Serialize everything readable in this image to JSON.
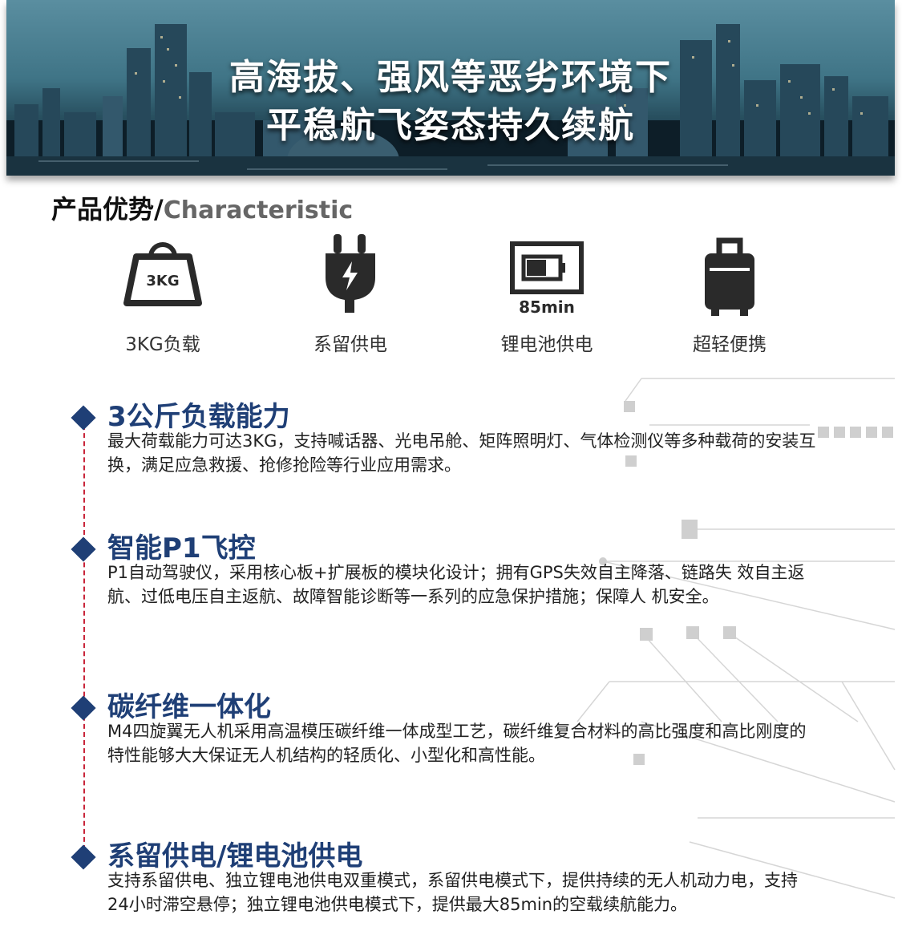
{
  "banner": {
    "line1": "高海拔、强风等恶劣环境下",
    "line2": "平稳航飞姿态持久续航"
  },
  "section": {
    "title_cn": "产品优势/",
    "title_en": "Characteristic"
  },
  "features": [
    {
      "icon": "weight-icon",
      "icon_text": "3KG",
      "label": "3KG负载"
    },
    {
      "icon": "plug-icon",
      "label": "系留供电"
    },
    {
      "icon": "battery-icon",
      "icon_text": "85min",
      "label": "锂电池供电"
    },
    {
      "icon": "luggage-icon",
      "label": "超轻便携"
    }
  ],
  "advantages": [
    {
      "title": "3公斤负载能力",
      "text": "最大荷载能力可达3KG，支持喊话器、光电吊舱、矩阵照明灯、气体检测仪等多种载荷的安装互换，满足应急救援、抢修抢险等行业应用需求。"
    },
    {
      "title": "智能P1飞控",
      "text": "P1自动驾驶仪，采用核心板+扩展板的模块化设计；拥有GPS失效自主降落、链路失 效自主返航、过低电压自主返航、故障智能诊断等一系列的应急保护措施；保障人 机安全。"
    },
    {
      "title": "碳纤维一体化",
      "text": "M4四旋翼无人机采用高温模压碳纤维一体成型工艺，碳纤维复合材料的高比强度和高比刚度的特性能够大大保证无人机结构的轻质化、小型化和高性能。"
    },
    {
      "title": "系留供电/锂电池供电",
      "text": "支持系留供电、独立锂电池供电双重模式，系留供电模式下，提供持续的无人机动力电，支持24小时滞空悬停；独立锂电池供电模式下，提供最大85min的空载续航能力。"
    }
  ],
  "colors": {
    "accent_blue": "#1f3f76",
    "timeline_red": "#c9253a"
  }
}
